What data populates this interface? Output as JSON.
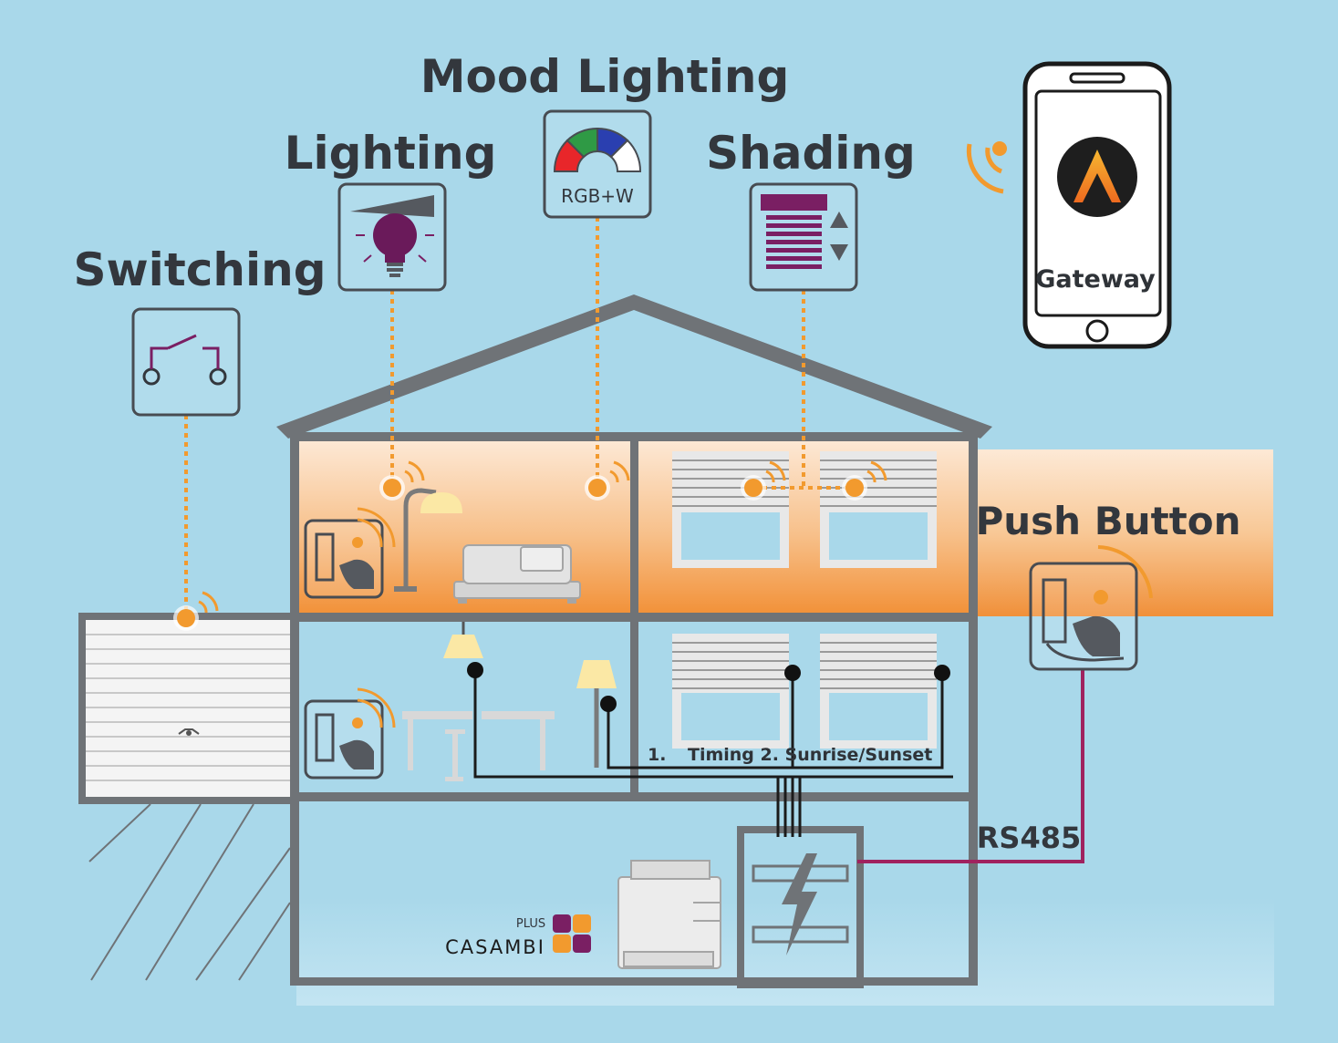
{
  "labels": {
    "switching": "Switching",
    "lighting": "Lighting",
    "mood_lighting": "Mood Lighting",
    "shading": "Shading",
    "push_button": "Push Button",
    "gateway": "Gateway",
    "rgbw": "RGB+W",
    "timing_number": "1.",
    "timing": "Timing 2. Sunrise/Sunset",
    "rs485": "RS485",
    "casambi_plus": "PLUS",
    "casambi": "CASAMBI"
  },
  "colors": {
    "background": "#a9d8ea",
    "wall": "#6f7377",
    "accent_orange": "#f29a2e",
    "purple": "#7a1f63",
    "bus_line": "#a0225f",
    "upper_floor_top": "#fde9d6",
    "upper_floor_bottom": "#f2923a"
  },
  "icons": [
    "switch-icon",
    "light-bulb-icon",
    "rgbw-gauge-icon",
    "shading-blind-icon",
    "push-button-icon",
    "smartphone-icon",
    "wireless-signal-icon",
    "casambi-logo-icon",
    "power-lightning-icon"
  ]
}
